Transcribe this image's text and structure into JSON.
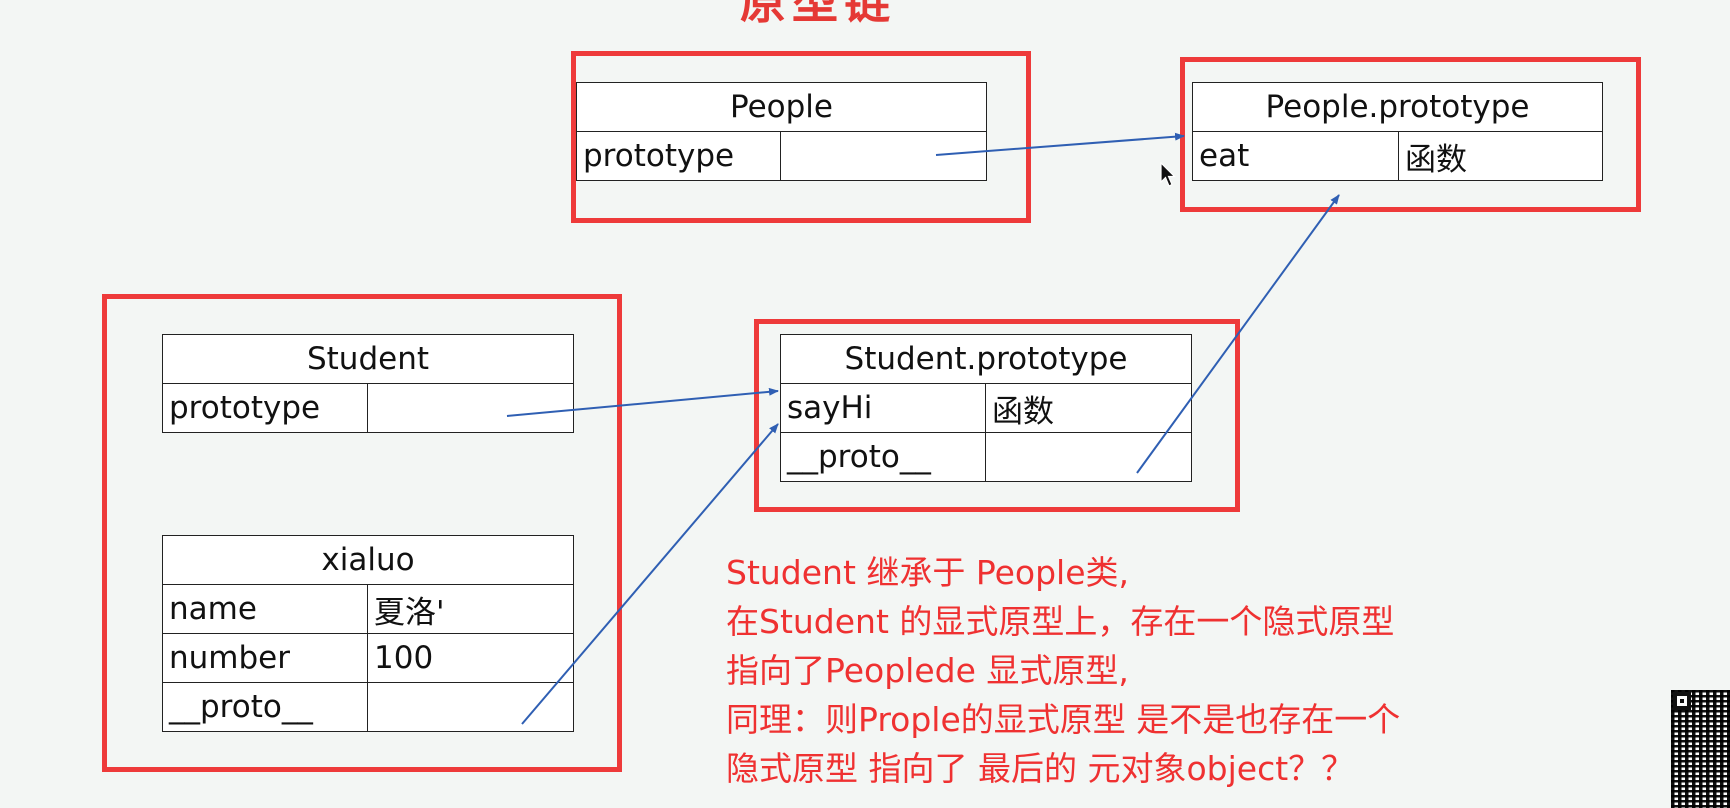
{
  "title_fragment": "原型链",
  "people": {
    "name": "People",
    "row_key": "prototype",
    "row_value": ""
  },
  "people_prototype": {
    "name": "People.prototype",
    "row_key": "eat",
    "row_value": "函数"
  },
  "student": {
    "name": "Student",
    "row_key": "prototype",
    "row_value": ""
  },
  "student_prototype": {
    "name": "Student.prototype",
    "rows": [
      {
        "key": "sayHi",
        "value": "函数"
      },
      {
        "key": "__proto__",
        "value": ""
      }
    ]
  },
  "xialuo": {
    "name": "xialuo",
    "rows": [
      {
        "key": "name",
        "value": "夏洛'"
      },
      {
        "key": "number",
        "value": "100"
      },
      {
        "key": "__proto__",
        "value": ""
      }
    ]
  },
  "note": {
    "lines": [
      "Student  继承于  People类,",
      "在Student 的显式原型上，存在一个隐式原型",
      "指向了Peoplede 显式原型,",
      "同理：则Prople的显式原型 是不是也存在一个",
      "隐式原型 指向了 最后的 元对象object？？"
    ]
  },
  "colors": {
    "frame": "#ee3a3a",
    "arrow": "#2f5fb3",
    "note": "#ef3131"
  }
}
